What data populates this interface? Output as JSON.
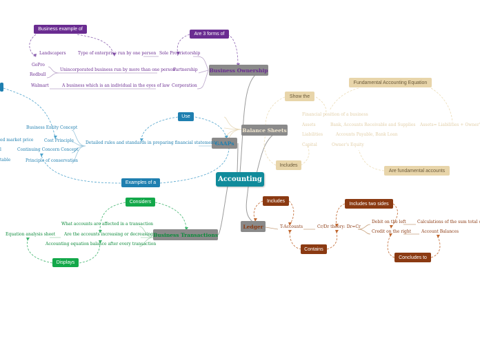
{
  "colors": {
    "business": "#6a2c91",
    "gaap": "#1f7fb0",
    "transactions": "#0b8a3a",
    "balance": "#c9a86a",
    "ledger": "#8b3a12",
    "center": "#108b9b",
    "topic_bg": "#8a8a8a"
  },
  "center": {
    "label": "Accounting"
  },
  "business": {
    "title": "Business Ownership",
    "callouts": {
      "example": "Business example of",
      "forms": "Are 3 forms of"
    },
    "types": [
      "Sole Proprietorship",
      "Partnership",
      "Corporation"
    ],
    "descriptions": [
      "Type of enterprise run by one person",
      "Unincorporated business run by more than one person",
      "A business which is an individual in the eyes of law"
    ],
    "examples": [
      "Landscapers",
      "GoPro",
      "Redbull",
      "Walmart"
    ]
  },
  "gaaps": {
    "title": "GAAPs",
    "callouts": {
      "use": "Use",
      "examples": "Examples of a"
    },
    "definition": "Detailed rules and standards in preparing financial statements",
    "principles": [
      "Business Entity Concept",
      "Cost Principle",
      "Continuing Concern Concept",
      "Principle of conservation"
    ],
    "left_fragments": [
      "ed market price",
      "l",
      "table"
    ]
  },
  "transactions": {
    "title": "Business Transactions",
    "callouts": {
      "considers": "Considers",
      "displays": "Displays"
    },
    "items": [
      "What accounts are affected in a transaction",
      "Are the accounts increasing or decreasing",
      "Accounting equation balance after every transaction"
    ],
    "left": "Equation analysis sheet"
  },
  "balance": {
    "title": "Balance Sheets",
    "callouts": {
      "show": "Show the",
      "includes": "Includes",
      "fundamental_eq": "Fundamental Accounting Equation",
      "fundamental_acc": "Are fundamental accounts"
    },
    "items": [
      "Financial position of a business",
      "Assets",
      "Liabilities",
      "Capital"
    ],
    "details": [
      "Bank, Accounts Receivable and Supplies",
      "Accounts Payable, Bank Loan",
      "Owner's Equity"
    ],
    "equation": "Assets= Liabilities + Owner's Eq"
  },
  "ledger": {
    "title": "Ledger",
    "callouts": {
      "includes": "Includes",
      "includes_two": "Includes two sides",
      "contains": "Contains",
      "concludes": "Concludes to"
    },
    "t_accounts": "T-Accounts",
    "theory": "Cr/Dr theory: Dr=Cr",
    "sides": [
      "Debit on the left",
      "Credit on the right"
    ],
    "calculation": "Calculations of the sum total of ea",
    "balance": "Account Balances"
  }
}
